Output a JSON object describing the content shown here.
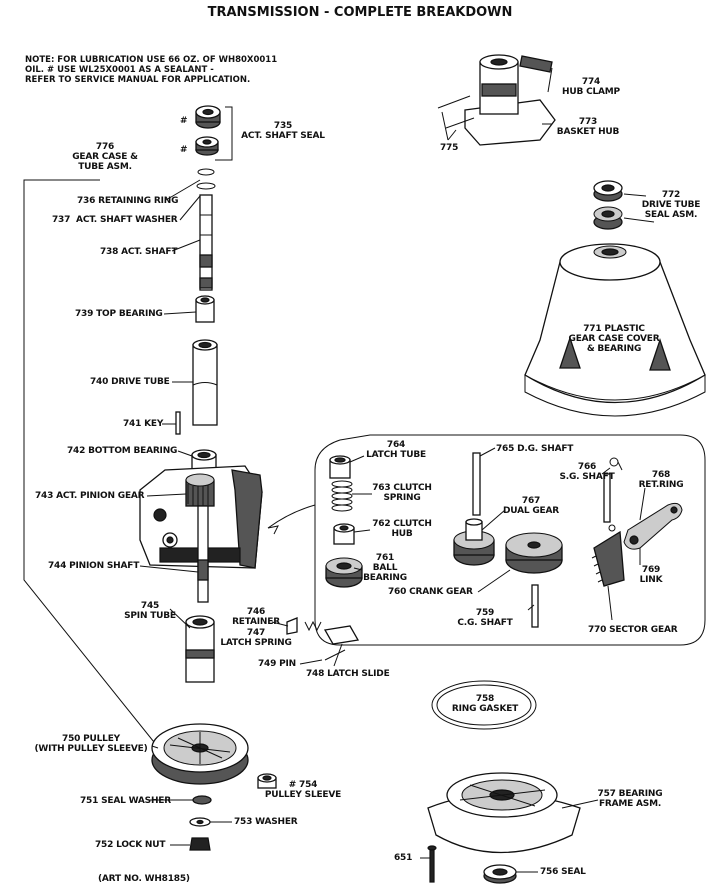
{
  "title": "TRANSMISSION - COMPLETE BREAKDOWN",
  "note": {
    "line1": "NOTE: FOR LUBRICATION USE 66 OZ. OF WH80X0011",
    "line2": "OIL. # USE WL25X0001 AS A SEALANT -",
    "line3": "REFER TO SERVICE MANUAL FOR APPLICATION."
  },
  "parts": {
    "p735": "735\nACT. SHAFT SEAL",
    "p735_hash1": "#",
    "p735_hash2": "#",
    "p776": "776\nGEAR CASE &\nTUBE ASM.",
    "p736": "736 RETAINING RING",
    "p737": "737  ACT. SHAFT WASHER",
    "p738": "738 ACT. SHAFT",
    "p739": "739 TOP BEARING",
    "p740": "740 DRIVE TUBE",
    "p741": "741 KEY",
    "p742": "742 BOTTOM BEARING",
    "p743": "743 ACT. PINION GEAR",
    "p744": "744 PINION SHAFT",
    "p745": "745\nSPIN TUBE",
    "p746": "746\nRETAINER",
    "p747": "747\nLATCH SPRING",
    "p749": "749 PIN",
    "p748": "748 LATCH SLIDE",
    "p750": "750 PULLEY\n(WITH PULLEY SLEEVE)",
    "p751": "751 SEAL WASHER",
    "p753": "753 WASHER",
    "p752": "752 LOCK NUT",
    "p754": "# 754\nPULLEY SLEEVE",
    "p774": "774\nHUB CLAMP",
    "p773": "773\nBASKET HUB",
    "p775": "775",
    "p772": "772\nDRIVE TUBE\nSEAL ASM.",
    "p771": "771 PLASTIC\nGEAR CASE COVER\n& BEARING",
    "p764": "764\nLATCH TUBE",
    "p765": "765 D.G. SHAFT",
    "p766": "766\nS.G. SHAFT",
    "p768": "768\nRET.RING",
    "p763": "763 CLUTCH\nSPRING",
    "p767": "767\nDUAL GEAR",
    "p762": "762 CLUTCH\nHUB",
    "p761": "761\nBALL\nBEARING",
    "p769": "769\nLINK",
    "p760": "760 CRANK GEAR",
    "p759": "759\nC.G. SHAFT",
    "p770": "770 SECTOR GEAR",
    "p758": "758\nRING GASKET",
    "p757": "757 BEARING\nFRAME ASM.",
    "p651": "651",
    "p756": "756 SEAL"
  },
  "art_no": "(ART NO. WH8185)"
}
